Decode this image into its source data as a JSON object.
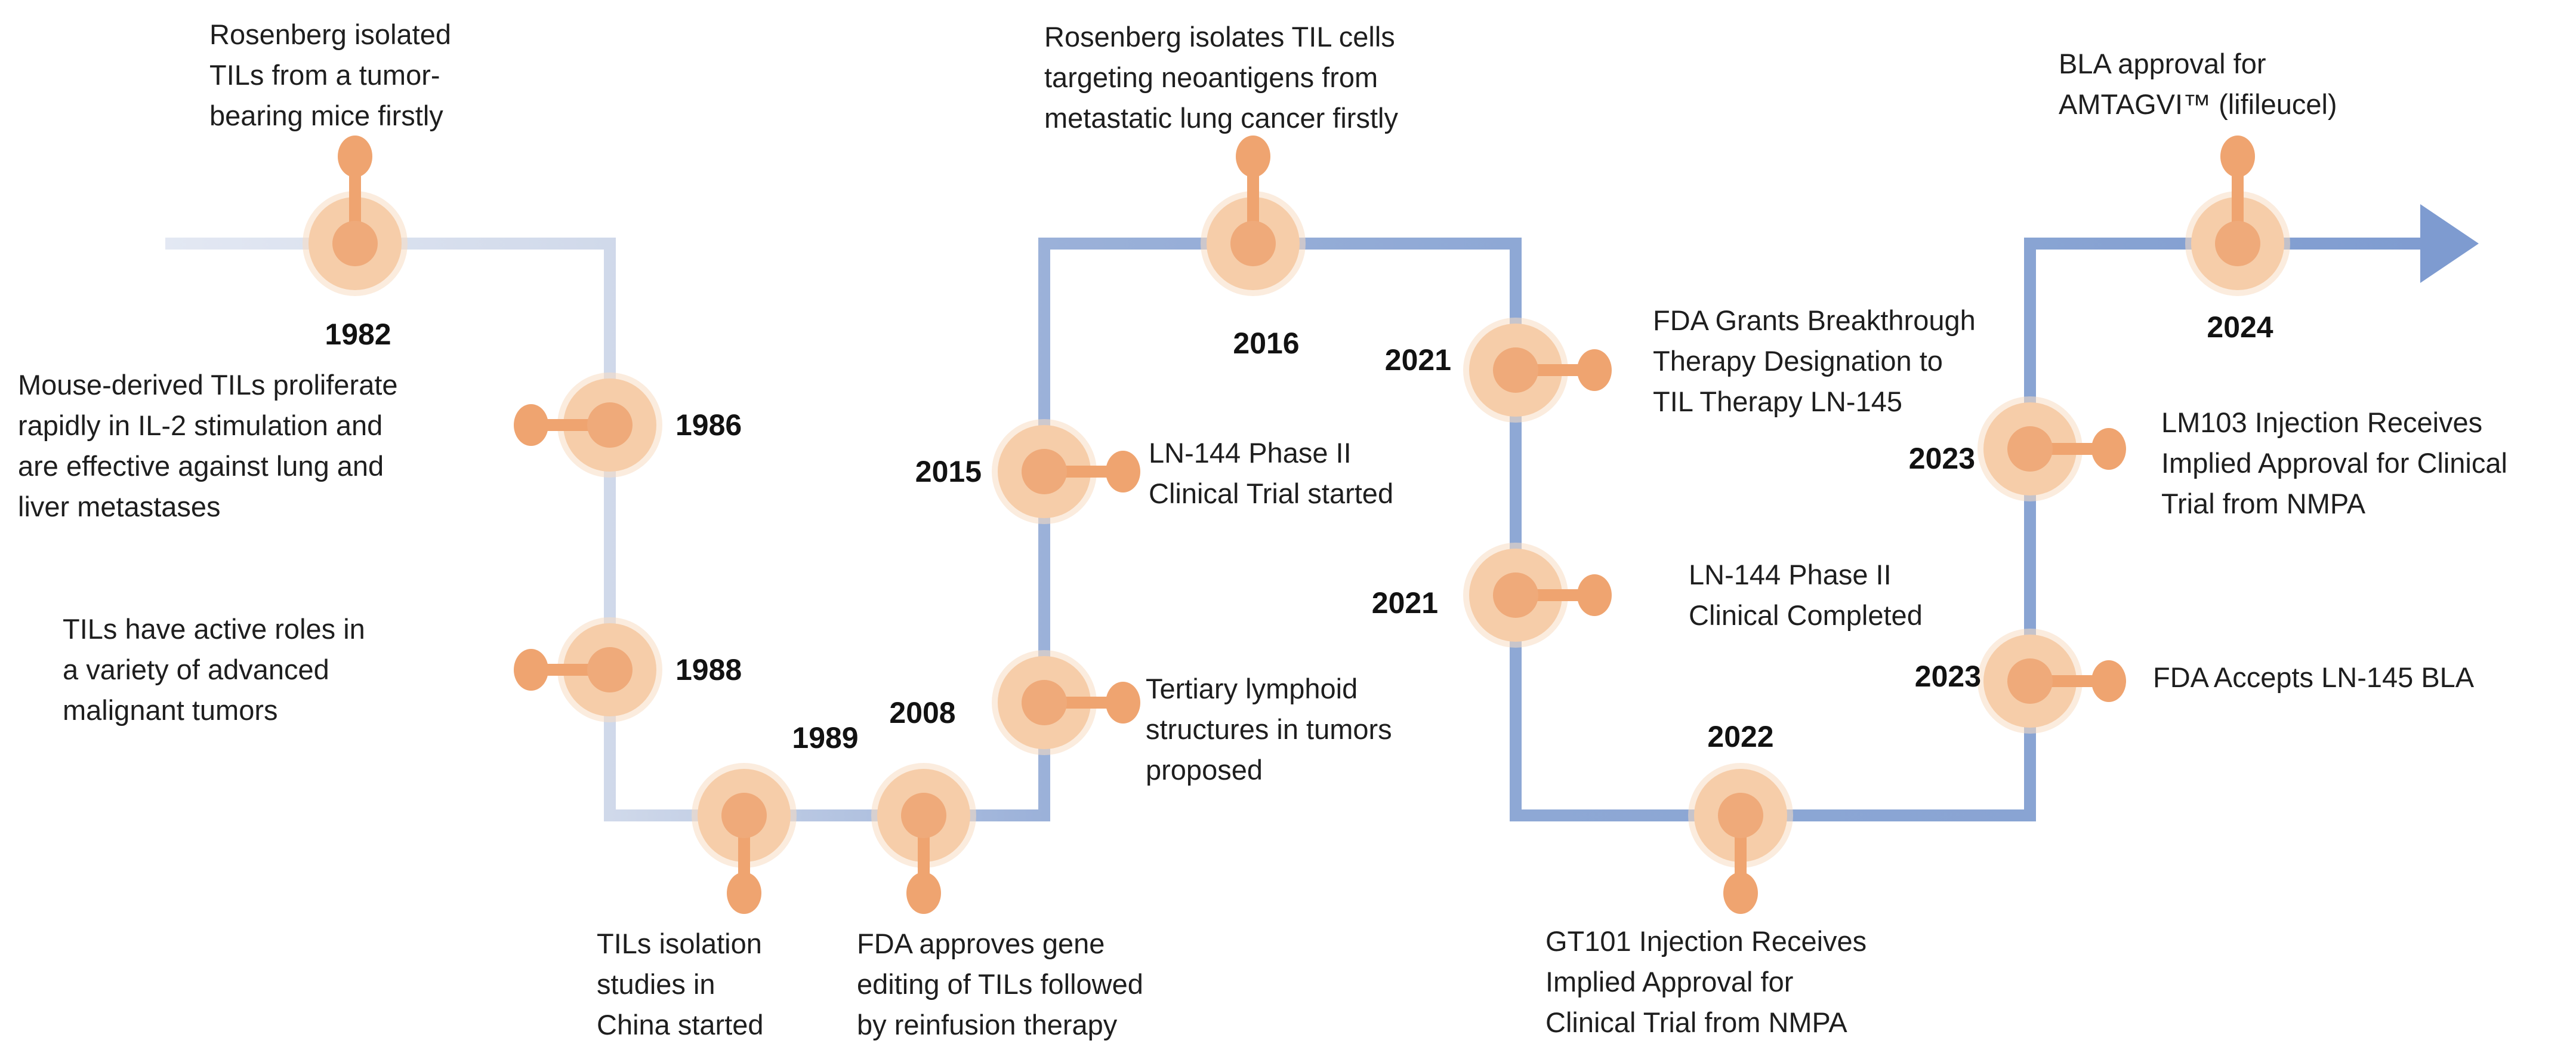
{
  "events": [
    {
      "year": "1982",
      "text": "Rosenberg isolated\nTILs from a tumor-\nbearing mice firstly"
    },
    {
      "year": "1986",
      "text": "Mouse-derived TILs proliferate\nrapidly in IL-2 stimulation and\nare effective against lung and\nliver metastases"
    },
    {
      "year": "1988",
      "text": "TILs have active roles in\na variety of advanced\nmalignant tumors"
    },
    {
      "year": "1989",
      "text": "TILs isolation\nstudies  in\nChina started"
    },
    {
      "year": "2008",
      "text": "FDA approves gene\nediting of TILs followed\nby reinfusion therapy"
    },
    {
      "text": "Tertiary lymphoid\nstructures in tumors\nproposed"
    },
    {
      "year": "2015",
      "text": "LN-144 Phase II\nClinical Trial started"
    },
    {
      "year": "2016",
      "text": "Rosenberg isolates TIL cells\ntargeting neoantigens from\nmetastatic lung cancer firstly"
    },
    {
      "year": "2021",
      "text": "FDA Grants Breakthrough\nTherapy Designation to\nTIL Therapy LN-145"
    },
    {
      "year": "2021",
      "text": "LN-144 Phase II\nClinical Completed"
    },
    {
      "year": "2022",
      "text": "GT101 Injection Receives\nImplied Approval for\nClinical Trial from NMPA"
    },
    {
      "year": "2023",
      "text": "LM103 Injection Receives\nImplied Approval for Clinical\nTrial from NMPA"
    },
    {
      "year": "2023",
      "text": "FDA Accepts LN-145 BLA"
    },
    {
      "year": "2024",
      "text": "BLA approval for\nAMTAGVI™ (lifileucel)"
    }
  ],
  "colors": {
    "line_gradient_start": "#e3e8f3",
    "line_gradient_end": "#7e9bd0",
    "arrowhead": "#7e9bd0",
    "marker_fill": "#f6cda9",
    "marker_halo": "#f8dcc3",
    "marker_core": "#efaa7a",
    "marker_stem": "#efa470",
    "text": "#1e1e1e"
  }
}
